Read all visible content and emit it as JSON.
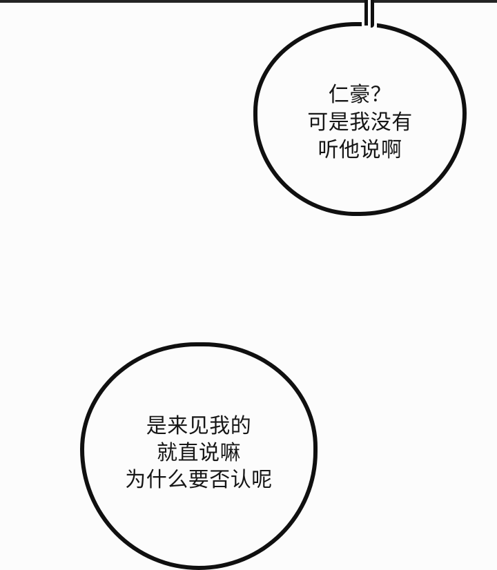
{
  "comic": {
    "background_color": "#fcfcfc",
    "ink_color": "#101010",
    "text_color": "#161616",
    "panel_border_color": "#242424",
    "bubble_top": {
      "lines": [
        "仁豪？",
        "可是我没有",
        "听他说啊"
      ]
    },
    "bubble_bottom": {
      "lines": [
        "是来见我的",
        "就直说嘛",
        "为什么要否认呢"
      ]
    }
  }
}
